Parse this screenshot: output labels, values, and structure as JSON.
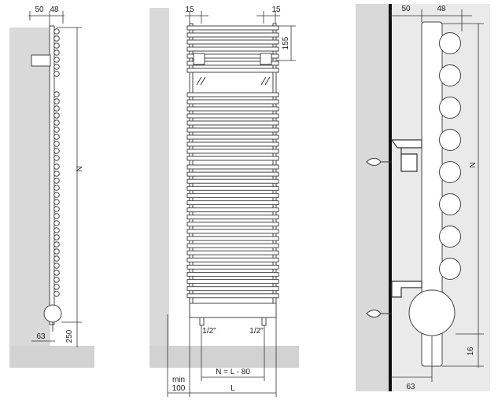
{
  "side_view": {
    "dim_wall_gap": "50",
    "dim_tube": "48",
    "dim_height": "N",
    "dim_valve_offset": "63",
    "dim_floor": "250"
  },
  "front_view": {
    "dim_left_margin": "15",
    "dim_right_margin": "15",
    "dim_spacing": "155",
    "pipe_left": "1/2\"",
    "pipe_right": "1/2\"",
    "dim_min_label": "min",
    "dim_min_value": "100",
    "dim_formula": "N = L - 80",
    "dim_length": "L"
  },
  "detail_view": {
    "dim_wall_gap": "50",
    "dim_tube": "48",
    "dim_height": "N",
    "dim_bottom": "16",
    "dim_valve_offset": "63"
  },
  "colors": {
    "wall": "#d9d9d9",
    "line": "#444444",
    "wall_dark": "#111111"
  }
}
